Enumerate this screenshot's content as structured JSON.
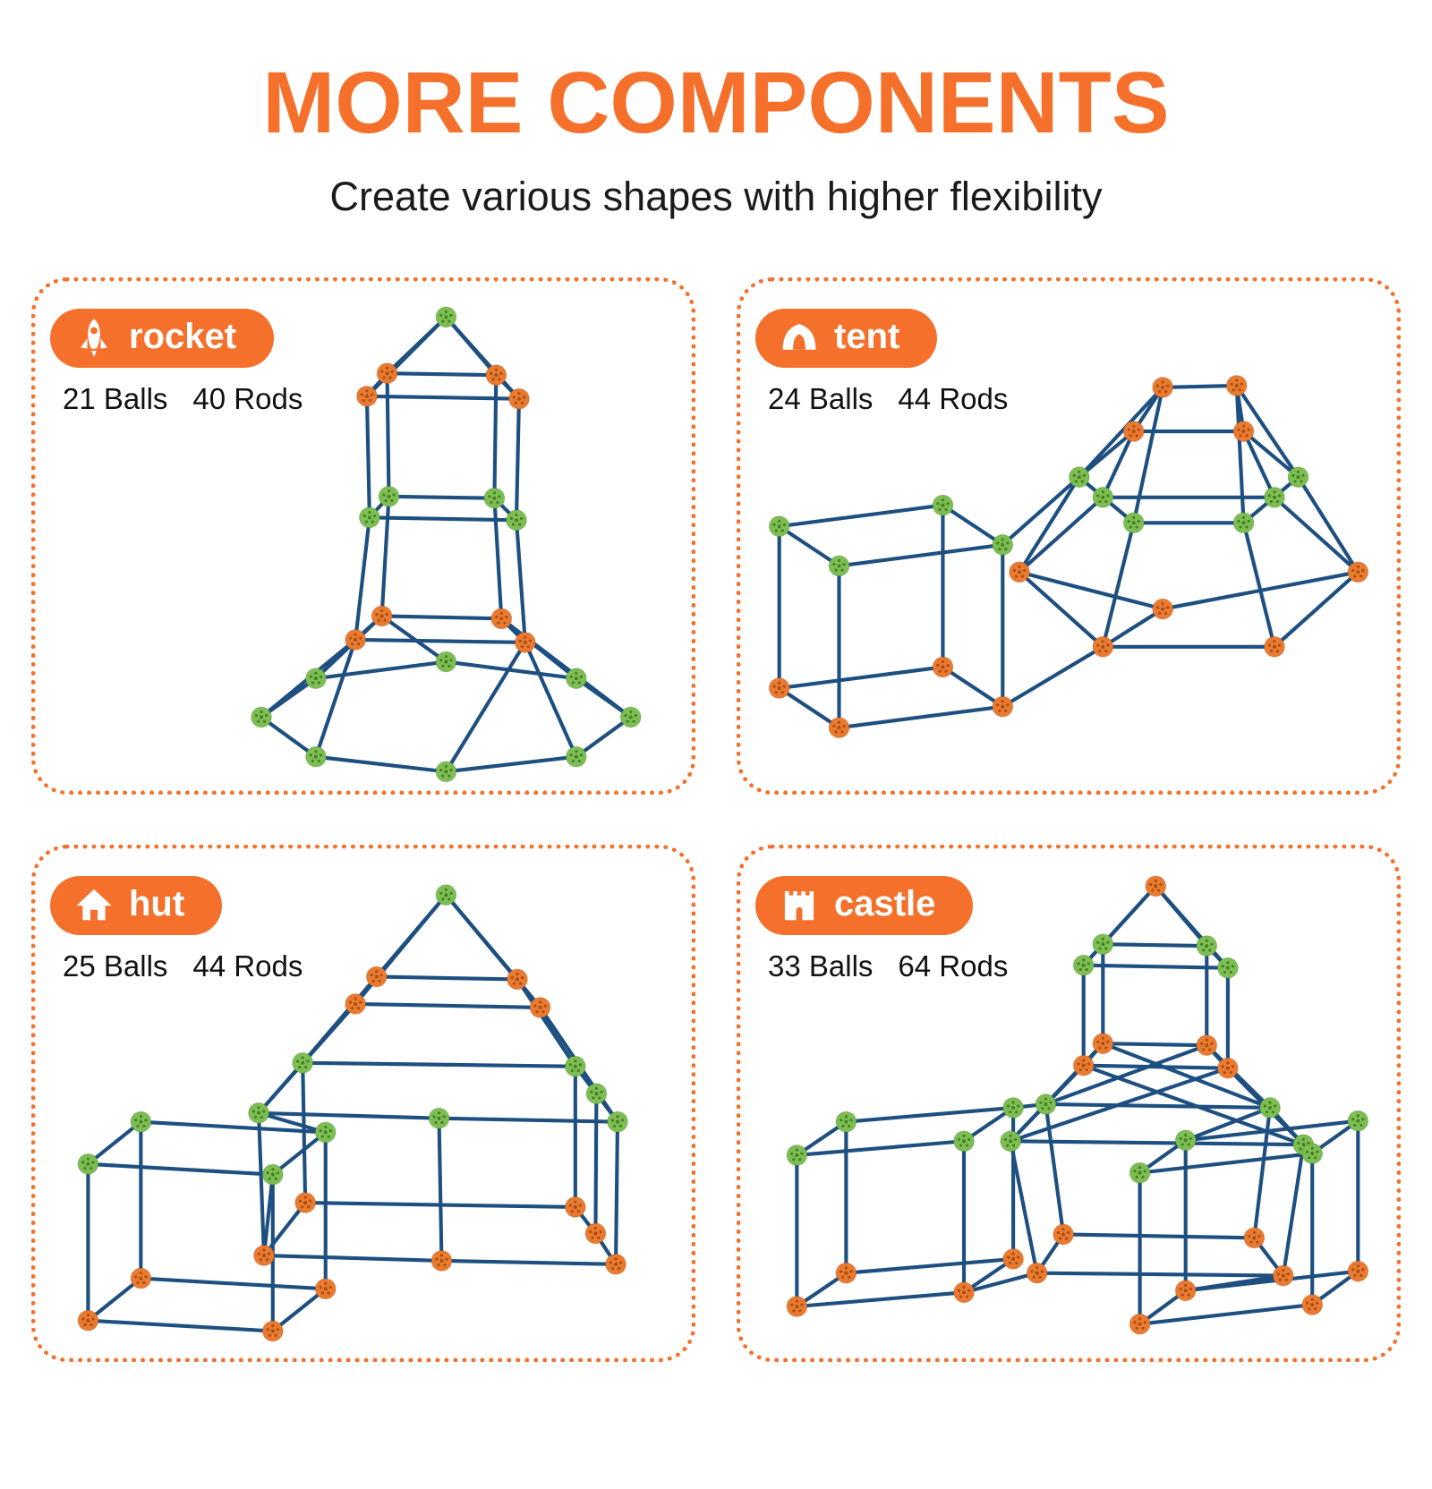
{
  "page": {
    "accent": "#f4702b",
    "background": "#ffffff"
  },
  "header": {
    "title": "MORE COMPONENTS",
    "subtitle": "Create various shapes with higher flexibility"
  },
  "colors": {
    "rod": "#1d4f80",
    "ball_orange": "#e97a30",
    "ball_green": "#7cbe53",
    "hole_orange": "#a84e14",
    "hole_green": "#477f20"
  },
  "panels": [
    {
      "id": "rocket",
      "label": "rocket",
      "icon": "rocket-icon",
      "balls": "21 Balls",
      "rods": "40 Rods",
      "structure": {
        "nodes": [
          [
            465,
            40,
            "g"
          ],
          [
            375,
            130,
            "o"
          ],
          [
            548,
            133,
            "o"
          ],
          [
            522,
            106,
            "o"
          ],
          [
            398,
            104,
            "o"
          ],
          [
            378,
            268,
            "g"
          ],
          [
            545,
            271,
            "g"
          ],
          [
            520,
            246,
            "g"
          ],
          [
            400,
            244,
            "g"
          ],
          [
            362,
            407,
            "o"
          ],
          [
            555,
            410,
            "o"
          ],
          [
            528,
            383,
            "o"
          ],
          [
            392,
            380,
            "o"
          ],
          [
            255,
            495,
            "g"
          ],
          [
            317,
            540,
            "g"
          ],
          [
            465,
            557,
            "g"
          ],
          [
            613,
            540,
            "g"
          ],
          [
            675,
            495,
            "g"
          ],
          [
            613,
            451,
            "g"
          ],
          [
            465,
            432,
            "g"
          ],
          [
            317,
            451,
            "g"
          ]
        ],
        "edges": [
          [
            0,
            1
          ],
          [
            0,
            2
          ],
          [
            0,
            3
          ],
          [
            0,
            4
          ],
          [
            1,
            2
          ],
          [
            2,
            3
          ],
          [
            3,
            4
          ],
          [
            4,
            1
          ],
          [
            1,
            5
          ],
          [
            2,
            6
          ],
          [
            3,
            7
          ],
          [
            4,
            8
          ],
          [
            5,
            6
          ],
          [
            6,
            7
          ],
          [
            7,
            8
          ],
          [
            8,
            5
          ],
          [
            5,
            9
          ],
          [
            6,
            10
          ],
          [
            7,
            11
          ],
          [
            8,
            12
          ],
          [
            9,
            10
          ],
          [
            10,
            11
          ],
          [
            11,
            12
          ],
          [
            12,
            9
          ],
          [
            9,
            14
          ],
          [
            9,
            13
          ],
          [
            12,
            20
          ],
          [
            12,
            19
          ],
          [
            11,
            18
          ],
          [
            11,
            17
          ],
          [
            10,
            16
          ],
          [
            10,
            15
          ],
          [
            13,
            14
          ],
          [
            14,
            15
          ],
          [
            15,
            16
          ],
          [
            16,
            17
          ],
          [
            17,
            18
          ],
          [
            18,
            19
          ],
          [
            19,
            20
          ],
          [
            20,
            13
          ]
        ]
      }
    },
    {
      "id": "tent",
      "label": "tent",
      "icon": "tent-icon",
      "balls": "24 Balls",
      "rods": "44 Rods",
      "structure": {
        "nodes": [
          [
            700,
            330,
            "o"
          ],
          [
            605,
            415,
            "o"
          ],
          [
            410,
            415,
            "o"
          ],
          [
            315,
            330,
            "o"
          ],
          [
            410,
            245,
            "g"
          ],
          [
            605,
            245,
            "g"
          ],
          [
            632,
            222,
            "g"
          ],
          [
            570,
            274,
            "g"
          ],
          [
            445,
            274,
            "g"
          ],
          [
            383,
            222,
            "g"
          ],
          [
            445,
            170,
            "o"
          ],
          [
            570,
            170,
            "o"
          ],
          [
            478,
            120,
            "o"
          ],
          [
            562,
            118,
            "o"
          ],
          [
            478,
            372,
            "o"
          ],
          [
            42,
            278,
            "g"
          ],
          [
            228,
            254,
            "g"
          ],
          [
            296,
            299,
            "g"
          ],
          [
            110,
            323,
            "g"
          ],
          [
            42,
            462,
            "o"
          ],
          [
            228,
            438,
            "o"
          ],
          [
            296,
            483,
            "o"
          ],
          [
            110,
            507,
            "o"
          ]
        ],
        "edges": [
          [
            0,
            1
          ],
          [
            1,
            2
          ],
          [
            2,
            3
          ],
          [
            3,
            4
          ],
          [
            4,
            5
          ],
          [
            5,
            0
          ],
          [
            0,
            6
          ],
          [
            1,
            7
          ],
          [
            2,
            8
          ],
          [
            3,
            9
          ],
          [
            4,
            10
          ],
          [
            5,
            11
          ],
          [
            6,
            7
          ],
          [
            7,
            8
          ],
          [
            8,
            9
          ],
          [
            9,
            10
          ],
          [
            10,
            11
          ],
          [
            11,
            6
          ],
          [
            12,
            9
          ],
          [
            12,
            8
          ],
          [
            12,
            10
          ],
          [
            13,
            6
          ],
          [
            13,
            7
          ],
          [
            13,
            11
          ],
          [
            12,
            13
          ],
          [
            14,
            2
          ],
          [
            14,
            0
          ],
          [
            14,
            3
          ],
          [
            15,
            16
          ],
          [
            16,
            17
          ],
          [
            17,
            18
          ],
          [
            18,
            15
          ],
          [
            19,
            20
          ],
          [
            20,
            21
          ],
          [
            21,
            22
          ],
          [
            22,
            19
          ],
          [
            15,
            19
          ],
          [
            16,
            20
          ],
          [
            17,
            21
          ],
          [
            18,
            22
          ],
          [
            17,
            9
          ],
          [
            21,
            2
          ]
        ]
      }
    },
    {
      "id": "hut",
      "label": "hut",
      "icon": "hut-icon",
      "balls": "25 Balls",
      "rods": "44 Rods",
      "structure": {
        "nodes": [
          [
            465,
            52,
            "g"
          ],
          [
            362,
            176,
            "o"
          ],
          [
            572,
            180,
            "o"
          ],
          [
            546,
            148,
            "o"
          ],
          [
            386,
            145,
            "o"
          ],
          [
            252,
            300,
            "g"
          ],
          [
            457,
            306,
            "g"
          ],
          [
            660,
            310,
            "g"
          ],
          [
            636,
            278,
            "g"
          ],
          [
            612,
            247,
            "g"
          ],
          [
            302,
            243,
            "g"
          ],
          [
            258,
            462,
            "o"
          ],
          [
            460,
            468,
            "o"
          ],
          [
            658,
            472,
            "o"
          ],
          [
            635,
            437,
            "o"
          ],
          [
            612,
            407,
            "o"
          ],
          [
            305,
            402,
            "o"
          ],
          [
            58,
            358,
            "g"
          ],
          [
            268,
            370,
            "g"
          ],
          [
            328,
            322,
            "g"
          ],
          [
            118,
            310,
            "g"
          ],
          [
            58,
            536,
            "o"
          ],
          [
            268,
            548,
            "o"
          ],
          [
            328,
            500,
            "o"
          ],
          [
            118,
            488,
            "o"
          ]
        ],
        "edges": [
          [
            0,
            1
          ],
          [
            0,
            2
          ],
          [
            0,
            3
          ],
          [
            0,
            4
          ],
          [
            1,
            2
          ],
          [
            2,
            3
          ],
          [
            3,
            4
          ],
          [
            4,
            1
          ],
          [
            1,
            5
          ],
          [
            2,
            7
          ],
          [
            3,
            9
          ],
          [
            4,
            10
          ],
          [
            5,
            6
          ],
          [
            6,
            7
          ],
          [
            7,
            8
          ],
          [
            8,
            9
          ],
          [
            9,
            10
          ],
          [
            10,
            5
          ],
          [
            5,
            11
          ],
          [
            6,
            12
          ],
          [
            7,
            13
          ],
          [
            8,
            14
          ],
          [
            9,
            15
          ],
          [
            10,
            16
          ],
          [
            11,
            12
          ],
          [
            12,
            13
          ],
          [
            13,
            14
          ],
          [
            14,
            15
          ],
          [
            15,
            16
          ],
          [
            16,
            11
          ],
          [
            17,
            18
          ],
          [
            18,
            19
          ],
          [
            19,
            20
          ],
          [
            20,
            17
          ],
          [
            21,
            22
          ],
          [
            22,
            23
          ],
          [
            23,
            24
          ],
          [
            24,
            21
          ],
          [
            17,
            21
          ],
          [
            18,
            22
          ],
          [
            19,
            23
          ],
          [
            20,
            24
          ],
          [
            19,
            5
          ],
          [
            18,
            11
          ]
        ]
      }
    },
    {
      "id": "castle",
      "label": "castle",
      "icon": "castle-icon",
      "balls": "33 Balls",
      "rods": "64 Rods",
      "structure": {
        "nodes": [
          [
            470,
            42,
            "o"
          ],
          [
            388,
            132,
            "g"
          ],
          [
            552,
            135,
            "g"
          ],
          [
            528,
            110,
            "g"
          ],
          [
            410,
            108,
            "g"
          ],
          [
            388,
            246,
            "o"
          ],
          [
            552,
            249,
            "o"
          ],
          [
            528,
            223,
            "o"
          ],
          [
            410,
            221,
            "o"
          ],
          [
            305,
            332,
            "g"
          ],
          [
            638,
            336,
            "g"
          ],
          [
            600,
            294,
            "g"
          ],
          [
            345,
            290,
            "g"
          ],
          [
            335,
            482,
            "o"
          ],
          [
            615,
            485,
            "o"
          ],
          [
            582,
            442,
            "o"
          ],
          [
            365,
            438,
            "o"
          ],
          [
            62,
            348,
            "g"
          ],
          [
            252,
            332,
            "g"
          ],
          [
            308,
            294,
            "g"
          ],
          [
            118,
            310,
            "g"
          ],
          [
            62,
            520,
            "o"
          ],
          [
            252,
            504,
            "o"
          ],
          [
            308,
            466,
            "o"
          ],
          [
            118,
            482,
            "o"
          ],
          [
            452,
            368,
            "g"
          ],
          [
            648,
            346,
            "g"
          ],
          [
            700,
            309,
            "g"
          ],
          [
            504,
            331,
            "g"
          ],
          [
            452,
            540,
            "o"
          ],
          [
            648,
            518,
            "o"
          ],
          [
            700,
            480,
            "o"
          ],
          [
            504,
            502,
            "o"
          ]
        ],
        "edges": [
          [
            0,
            1
          ],
          [
            0,
            2
          ],
          [
            0,
            3
          ],
          [
            0,
            4
          ],
          [
            1,
            2
          ],
          [
            2,
            3
          ],
          [
            3,
            4
          ],
          [
            4,
            1
          ],
          [
            1,
            5
          ],
          [
            2,
            6
          ],
          [
            3,
            7
          ],
          [
            4,
            8
          ],
          [
            5,
            6
          ],
          [
            6,
            7
          ],
          [
            7,
            8
          ],
          [
            8,
            5
          ],
          [
            5,
            9
          ],
          [
            6,
            10
          ],
          [
            7,
            11
          ],
          [
            8,
            12
          ],
          [
            5,
            10
          ],
          [
            6,
            9
          ],
          [
            7,
            12
          ],
          [
            8,
            11
          ],
          [
            9,
            10
          ],
          [
            10,
            11
          ],
          [
            11,
            12
          ],
          [
            12,
            9
          ],
          [
            9,
            13
          ],
          [
            10,
            14
          ],
          [
            11,
            15
          ],
          [
            12,
            16
          ],
          [
            13,
            14
          ],
          [
            14,
            15
          ],
          [
            15,
            16
          ],
          [
            16,
            13
          ],
          [
            17,
            18
          ],
          [
            18,
            19
          ],
          [
            19,
            20
          ],
          [
            20,
            17
          ],
          [
            21,
            22
          ],
          [
            22,
            23
          ],
          [
            23,
            24
          ],
          [
            24,
            21
          ],
          [
            17,
            21
          ],
          [
            18,
            22
          ],
          [
            19,
            23
          ],
          [
            20,
            24
          ],
          [
            25,
            26
          ],
          [
            26,
            27
          ],
          [
            27,
            28
          ],
          [
            28,
            25
          ],
          [
            29,
            30
          ],
          [
            30,
            31
          ],
          [
            31,
            32
          ],
          [
            32,
            29
          ],
          [
            25,
            29
          ],
          [
            26,
            30
          ],
          [
            27,
            31
          ],
          [
            28,
            32
          ],
          [
            19,
            12
          ],
          [
            22,
            13
          ],
          [
            28,
            11
          ],
          [
            32,
            14
          ]
        ]
      }
    }
  ]
}
